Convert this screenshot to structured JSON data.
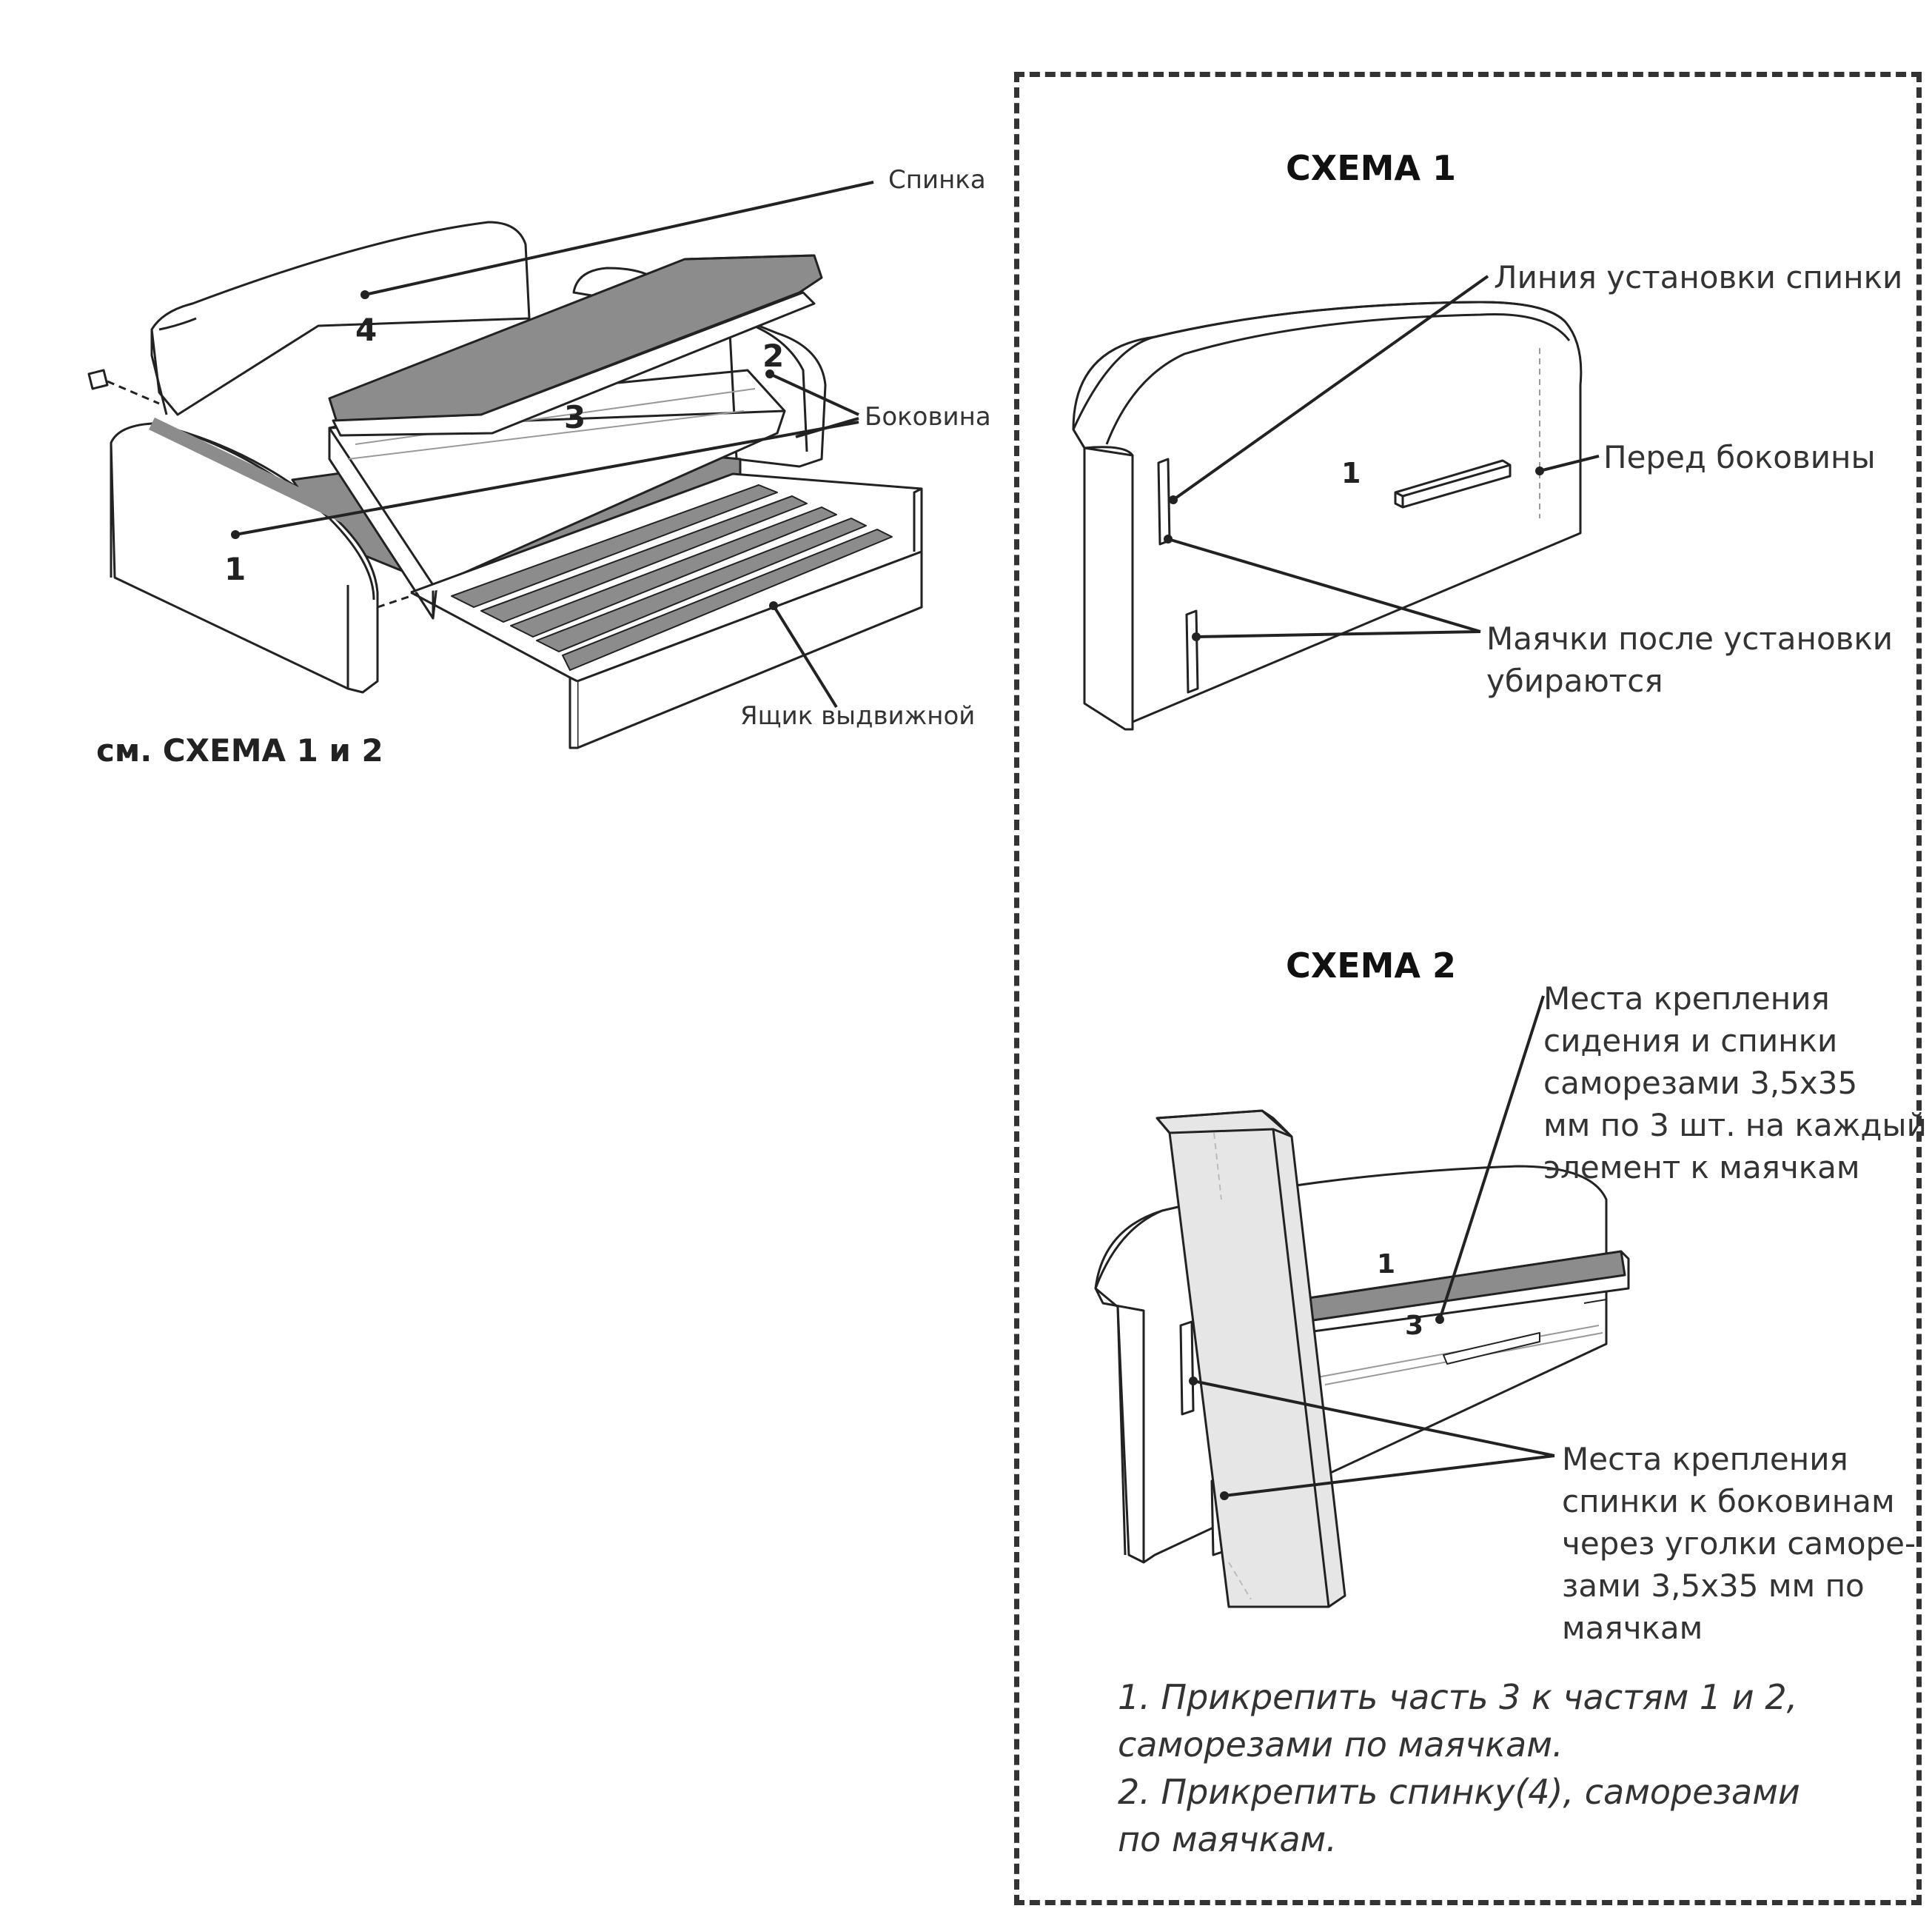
{
  "overview": {
    "labels": {
      "back": "Спинка",
      "side": "Боковина",
      "drawer": "Ящик выдвижной",
      "see_schemes": "см. СХЕМА 1 и 2"
    },
    "part_numbers": {
      "p1": "1",
      "p2": "2",
      "p3": "3",
      "p4": "4"
    }
  },
  "scheme1": {
    "title": "СХЕМА 1",
    "part_number": "1",
    "labels": {
      "back_install_line": "Линия установки спинки",
      "side_front": "Перед боковины",
      "markers_removed": [
        "Маячки после установки",
        "убираются"
      ]
    }
  },
  "scheme2": {
    "title": "СХЕМА 2",
    "part_numbers": {
      "p1": "1",
      "p3": "3"
    },
    "seat_back_fastening": [
      "Места крепления",
      "сидения и спинки",
      "саморезами 3,5х35",
      "мм по 3 шт. на каждый",
      "элемент к маячкам"
    ],
    "back_side_fastening": [
      "Места крепления",
      "спинки к боковинам",
      "через уголки саморе-",
      "зами 3,5х35 мм по",
      "маячкам"
    ]
  },
  "instructions": [
    "1. Прикрепить часть 3 к частям 1 и 2,",
    "саморезами по маячкам.",
    "2. Прикрепить спинку(4), саморезами",
    "по маячкам."
  ],
  "colors": {
    "line": "#222222",
    "shade": "#8c8c8c",
    "panel": "#ffffff",
    "light_shade": "#e6e6e6"
  }
}
